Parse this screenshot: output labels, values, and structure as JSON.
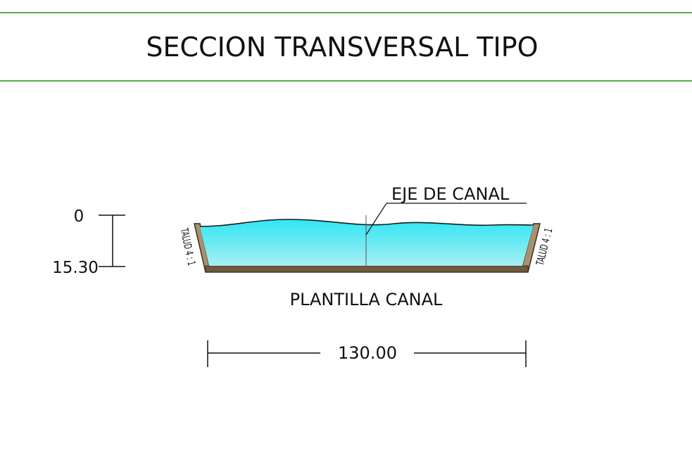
{
  "title": "SECCION TRANSVERSAL TIPO",
  "labels": {
    "axis_label": "EJE DE CANAL",
    "bottom_label": "PLANTILLA CANAL",
    "slope_left": "TALUD 4 : 1",
    "slope_right": "TALUD 4 : 1"
  },
  "dimensions": {
    "level_top": "0",
    "level_bottom": "15.30",
    "width": "130.00"
  },
  "colors": {
    "rule_green": "#5aaa4a",
    "water_top": "#2fe6f4",
    "water_bottom": "#a8eef2",
    "canal_lining": "#6e5a3e",
    "lining_fill": "#a89070"
  }
}
